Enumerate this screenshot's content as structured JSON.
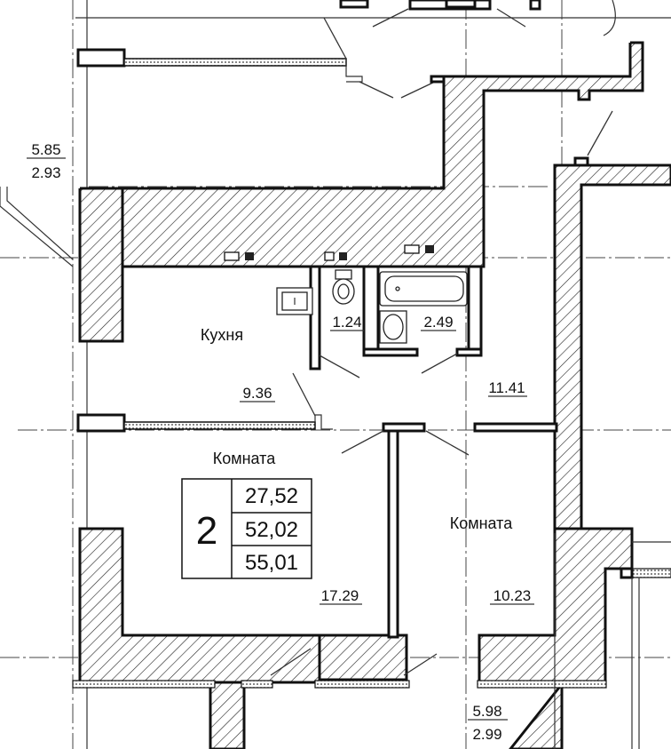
{
  "rooms": {
    "kitchen": {
      "name": "Кухня",
      "area": "9.36"
    },
    "room_left": {
      "name": "Комната",
      "area": "17.29"
    },
    "room_right": {
      "name": "Комната",
      "area": "10.23"
    },
    "hall": {
      "area": "11.41"
    },
    "wc": {
      "area": "1.24"
    },
    "bath": {
      "area": "2.49"
    }
  },
  "apartment": {
    "rooms_count": "2",
    "living_area": "27,52",
    "total_area": "52,02",
    "total_with_balcony": "55,01"
  },
  "balconies": {
    "top": {
      "area": "5.85",
      "reduced": "2.93"
    },
    "bottom": {
      "area": "5.98",
      "reduced": "2.99"
    }
  }
}
